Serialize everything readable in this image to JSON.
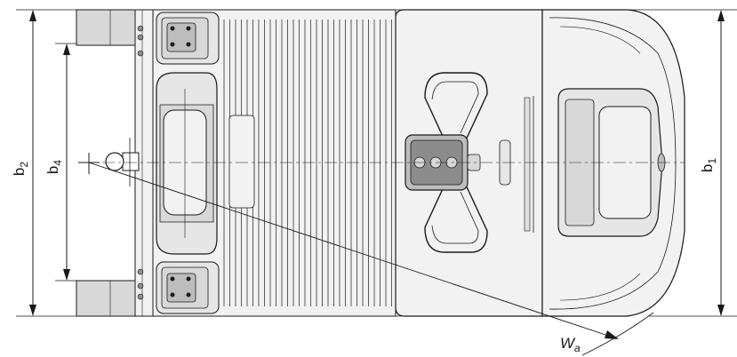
{
  "diagram": {
    "dimensions": [
      {
        "id": "b2",
        "base": "b",
        "sub": "2"
      },
      {
        "id": "b4",
        "base": "b",
        "sub": "4"
      },
      {
        "id": "b1",
        "base": "b",
        "sub": "1"
      },
      {
        "id": "wa",
        "base": "W",
        "sub": "a"
      }
    ],
    "colors": {
      "line": "#1a1a1a",
      "fill_light": "#f2f2f2",
      "fill_mid": "#d8d8d8",
      "fill_dark": "#8c8c8c"
    }
  }
}
